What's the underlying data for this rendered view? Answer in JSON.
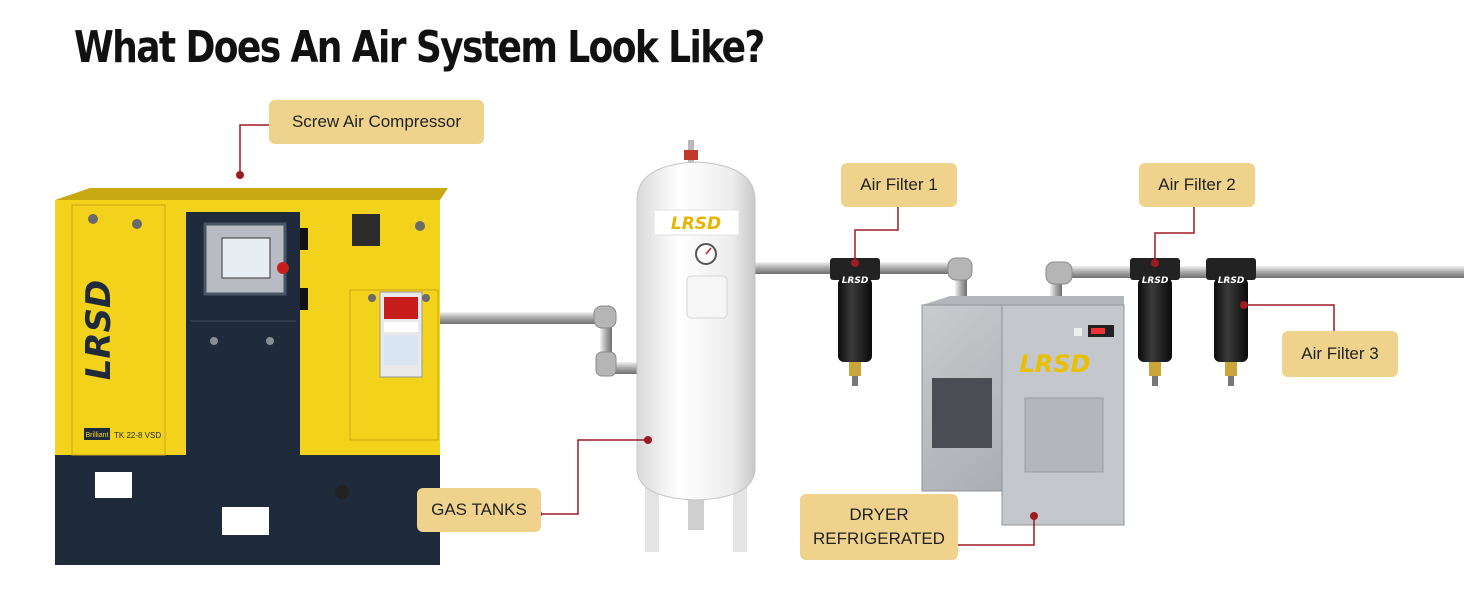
{
  "title": "What Does An Air System Look Like?",
  "brand": "LRSD",
  "compressor_model": {
    "series": "Brilliant",
    "model": "TK 22-8 VSD"
  },
  "labels": {
    "compressor": "Screw Air Compressor",
    "gas_tanks": "GAS TANKS",
    "filter1": "Air Filter 1",
    "filter2": "Air Filter 2",
    "filter3": "Air Filter 3",
    "dryer_line1": "DRYER",
    "dryer_line2": "REFRIGERATED"
  },
  "colors": {
    "label_bg": "#efd38c",
    "leader": "#9e1b22",
    "compressor_yellow": "#f2d21b",
    "compressor_navy": "#1f2a3a"
  }
}
